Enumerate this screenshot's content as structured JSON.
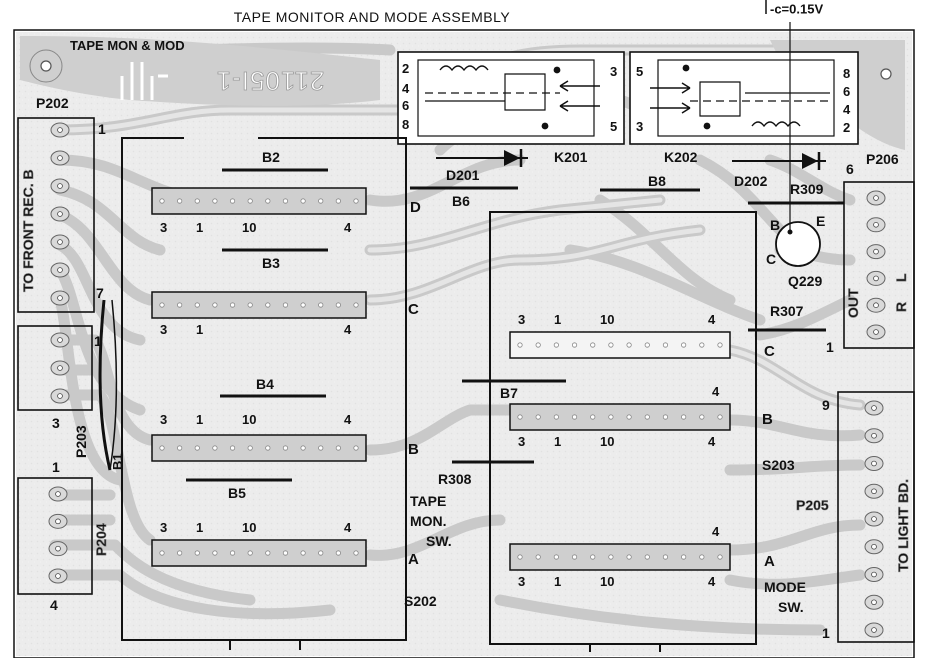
{
  "header": {
    "title": "TAPE MONITOR AND MODE ASSEMBLY",
    "voltage_note": "-c=0.15V"
  },
  "board": {
    "name": "TAPE MON & MOD",
    "part_number": "21105I-1",
    "trace_color": "#c8c8c8",
    "ink_color": "#111111"
  },
  "relays": {
    "k201": "K201",
    "k202": "K202",
    "k201_pins": [
      "2",
      "4",
      "6",
      "8",
      "3",
      "5"
    ],
    "k202_pins": [
      "5",
      "3",
      "8",
      "6",
      "4",
      "2"
    ]
  },
  "diodes": {
    "d201": "D201",
    "d202": "D202"
  },
  "resistors": {
    "r307": "R307",
    "r308": "R308",
    "r309": "R309"
  },
  "transistor": {
    "name": "Q229",
    "b": "B",
    "c": "C",
    "e": "E"
  },
  "jumpers": {
    "b1": "B1",
    "b2": "B2",
    "b3": "B3",
    "b4": "B4",
    "b5": "B5",
    "b6": "B6",
    "b7": "B7",
    "b8": "B8"
  },
  "switch_s202": {
    "name": "S202",
    "caption": [
      "TAPE",
      "MON.",
      "SW."
    ],
    "decks": [
      {
        "letter": "D",
        "pins": [
          "3",
          "1",
          "10",
          "4"
        ]
      },
      {
        "letter": "C",
        "pins": [
          "3",
          "1",
          "",
          "4"
        ]
      },
      {
        "letter": "B",
        "pins": [
          "3",
          "1",
          "10",
          "4"
        ]
      },
      {
        "letter": "A",
        "pins": [
          "3",
          "1",
          "10",
          "4"
        ]
      }
    ]
  },
  "switch_s203": {
    "name": "S203",
    "caption": [
      "MODE",
      "SW."
    ],
    "decks": [
      {
        "letter": "C",
        "pins": [
          "3",
          "1",
          "10",
          "4"
        ]
      },
      {
        "letter": "B",
        "pins": [
          "3",
          "1",
          "10",
          "4"
        ]
      },
      {
        "letter": "A",
        "pins": [
          "3",
          "1",
          "10",
          "4"
        ]
      }
    ]
  },
  "connectors": {
    "p202": {
      "name": "P202",
      "pin_start": "1",
      "pin_end": "7",
      "caption": "TO FRONT REC. B"
    },
    "p203": {
      "name": "P203",
      "pin_start": "1",
      "pin_end": "3"
    },
    "p204": {
      "name": "P204",
      "pin_start": "1",
      "pin_end": "4"
    },
    "p205": {
      "name": "P205",
      "pin_start": "9",
      "pin_end": "1",
      "caption": "TO LIGHT BD."
    },
    "p206": {
      "name": "P206",
      "pin_start": "6",
      "pin_end": "1",
      "caption_out": "OUT",
      "caption_r": "R",
      "caption_l": "L"
    }
  }
}
